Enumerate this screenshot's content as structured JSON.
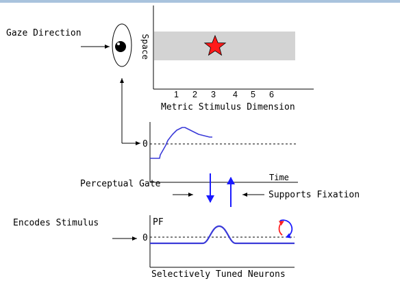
{
  "labels": {
    "gaze_direction": "Gaze Direction",
    "space": "Space",
    "metric_dimension": "Metric Stimulus Dimension",
    "zero_top": "0",
    "time": "Time",
    "perceptual_gate": "Perceptual Gate",
    "supports_fixation": "Supports Fixation",
    "encodes_stimulus": "Encodes Stimulus",
    "pf": "PF",
    "zero_bottom": "0",
    "selectively_tuned": "Selectively Tuned Neurons"
  },
  "axis_ticks": [
    "1",
    "2",
    "3",
    "4",
    "5",
    "6"
  ],
  "colors": {
    "curve_blue": "#3a3ad8",
    "arrow_blue": "#1a1aff",
    "arrow_red": "#ff2020",
    "star_red": "#ff1a1a",
    "band_grey": "#d3d3d3",
    "topbar": "#a9c3dd"
  },
  "icons": [
    "eye-icon",
    "star-icon",
    "cycle-arrows-icon"
  ]
}
